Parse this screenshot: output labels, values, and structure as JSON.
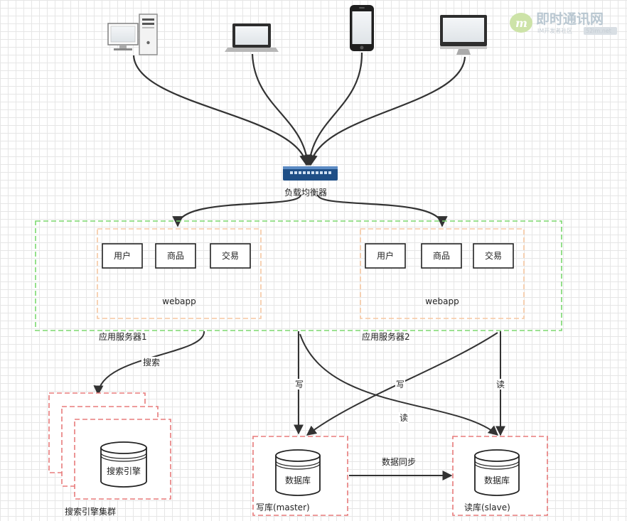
{
  "watermark": {
    "site_name": "即时通讯网",
    "tagline": "IM开发者社区",
    "domain": "52im.net"
  },
  "devices": [
    {
      "name": "desktop-tower",
      "icon": "desktop-computer-icon"
    },
    {
      "name": "laptop",
      "icon": "laptop-icon"
    },
    {
      "name": "smartphone",
      "icon": "smartphone-icon"
    },
    {
      "name": "monitor",
      "icon": "monitor-icon"
    }
  ],
  "load_balancer": {
    "label": "负载均衡器",
    "icon": "network-switch-icon"
  },
  "app_servers": [
    {
      "caption": "应用服务器1",
      "webapp_label": "webapp",
      "modules": [
        "用户",
        "商品",
        "交易"
      ]
    },
    {
      "caption": "应用服务器2",
      "webapp_label": "webapp",
      "modules": [
        "用户",
        "商品",
        "交易"
      ]
    }
  ],
  "edges": {
    "search": "搜索",
    "write_left": "写",
    "write_right": "写",
    "read_right": "读",
    "read_center": "读",
    "data_sync": "数据同步"
  },
  "search_cluster": {
    "db_label": "搜索引擎",
    "caption": "搜索引擎集群"
  },
  "write_db": {
    "db_label": "数据库",
    "caption": "写库(master)"
  },
  "read_db": {
    "db_label": "数据库",
    "caption": "读库(slave)"
  },
  "colors": {
    "green_dashed": "#7bd86f",
    "orange_dashed": "#f5c7a1",
    "red_dashed": "#e87b7b",
    "line": "#333333",
    "switch_blue": "#1f4f86"
  }
}
